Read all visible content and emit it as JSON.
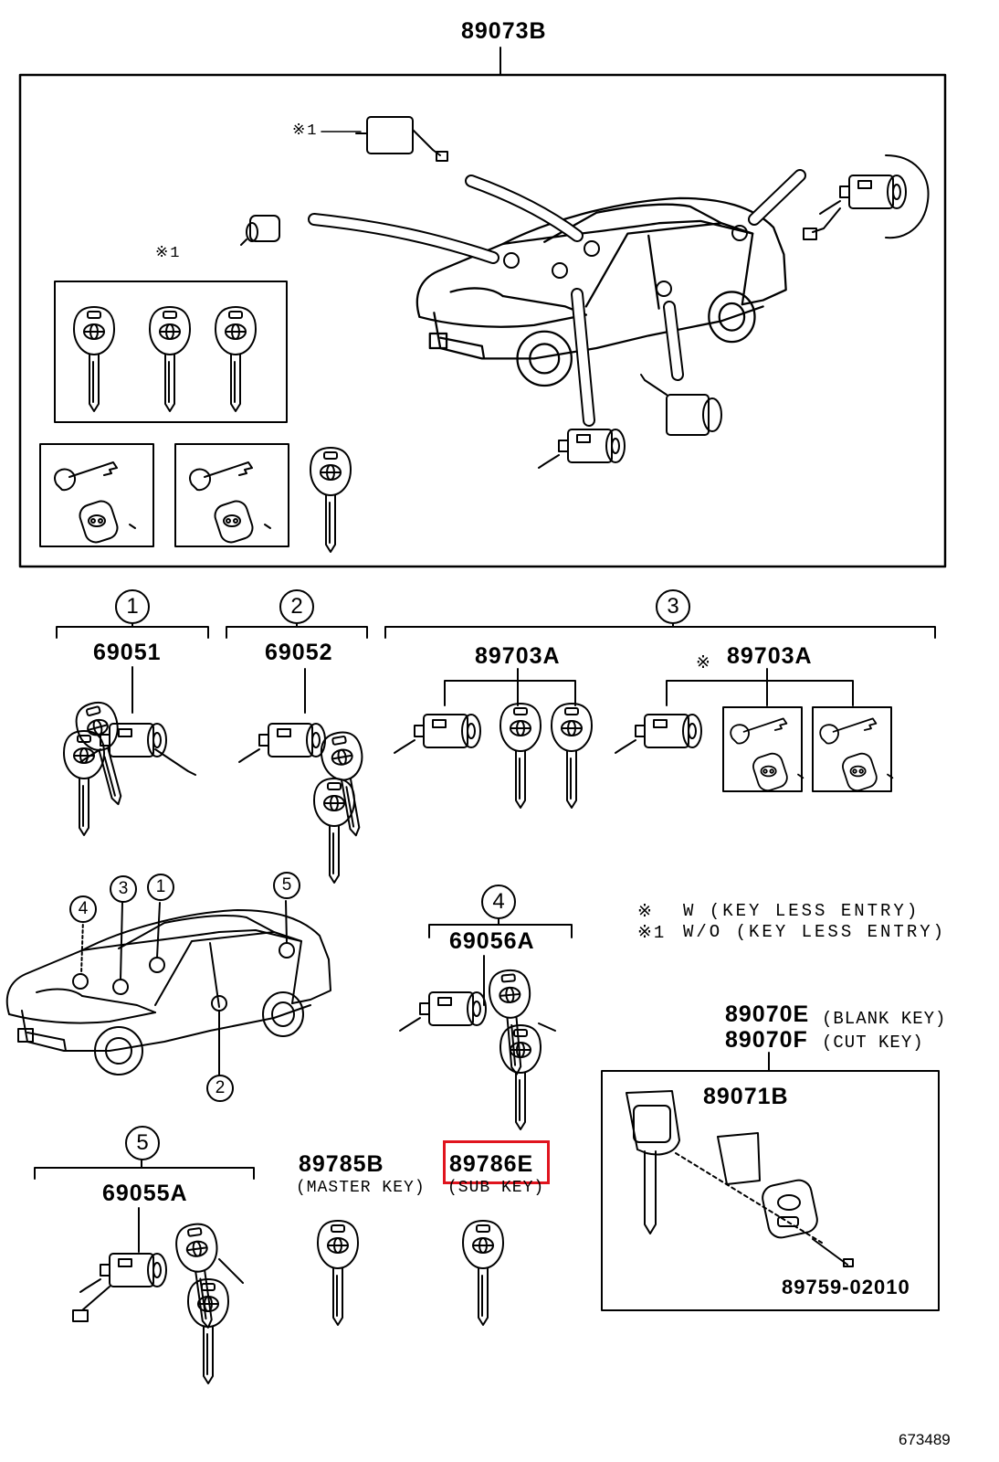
{
  "top_assembly": {
    "part": "89073B",
    "note_mark": "※1"
  },
  "groups": [
    {
      "num": "1",
      "part": "69051"
    },
    {
      "num": "2",
      "part": "69052"
    },
    {
      "num": "3",
      "parts": [
        {
          "part": "89703A",
          "mark": ""
        },
        {
          "part": "89703A",
          "mark": "※"
        }
      ]
    },
    {
      "num": "4",
      "part": "69056A"
    },
    {
      "num": "5",
      "part": "69055A"
    }
  ],
  "car_callouts": [
    "4",
    "3",
    "1",
    "5",
    "2"
  ],
  "legend": [
    {
      "mark": "※",
      "text": "W (KEY LESS ENTRY)"
    },
    {
      "mark": "※1",
      "text": "W/O (KEY LESS ENTRY)"
    }
  ],
  "keys": [
    {
      "part": "89785B",
      "desc": "(MASTER KEY)"
    },
    {
      "part": "89786E",
      "desc": "(SUB KEY)",
      "highlight_color": "#e0141e"
    }
  ],
  "key_blank": {
    "part_blank": "89070E",
    "desc_blank": "(BLANK KEY)",
    "part_cut": "89070F",
    "desc_cut": "(CUT KEY)",
    "inner_part": "89071B",
    "screw_part": "89759-02010"
  },
  "diagram_id": "673489"
}
